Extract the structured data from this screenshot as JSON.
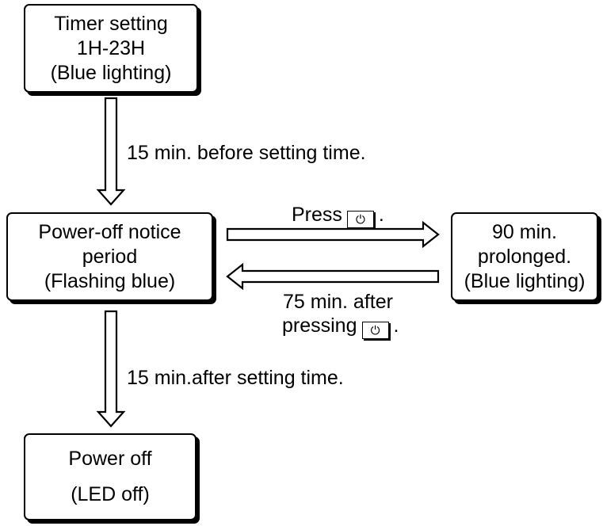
{
  "boxes": {
    "timer": {
      "line1": "Timer setting",
      "line2": "1H-23H",
      "line3": "(Blue lighting)"
    },
    "notice": {
      "line1": "Power-off notice",
      "line2": "period",
      "line3": "(Flashing blue)"
    },
    "prolonged": {
      "line1": "90 min.",
      "line2": "prolonged.",
      "line3": "(Blue lighting)"
    },
    "poweroff": {
      "line1": "Power off",
      "line2": "(LED off)"
    }
  },
  "labels": {
    "before": "15 min. before setting time.",
    "press": "Press",
    "press_end": ".",
    "after_line1": "75 min. after",
    "after_line2": "pressing",
    "after_end": ".",
    "after_setting": "15 min.after setting time."
  },
  "icons": {
    "power_button": "power-button-icon",
    "power_glyph": "⏻"
  }
}
